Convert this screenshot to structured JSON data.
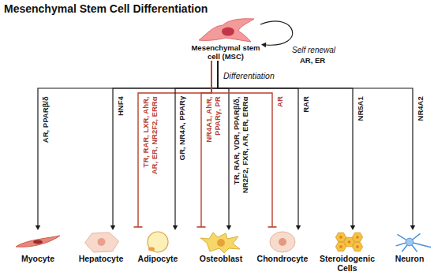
{
  "diagram": {
    "title": "Mesenchymal Stem Cell Differentiation",
    "nodes": [
      {
        "text": [
          "Mesenchymal stem cell (MSC)"
        ]
      },
      {
        "text": [
          "Myocyte"
        ]
      },
      {
        "text": [
          "Hepatocyte"
        ]
      },
      {
        "text": [
          "Adipocyte"
        ]
      },
      {
        "text": [
          "Osteoblast"
        ]
      },
      {
        "text": [
          "Chondrocyte"
        ]
      },
      {
        "text": [
          "Steroidogenic Cells"
        ]
      },
      {
        "text": [
          "Neuron"
        ]
      }
    ],
    "edges": [
      {
        "from": 0,
        "to": 0,
        "arrow": "to",
        "label": "Self renewal"
      },
      {
        "from": 0,
        "to": 1,
        "arrow": "to",
        "label": "AR, PPARβ/δ"
      },
      {
        "from": 0,
        "to": 2,
        "arrow": "to",
        "label": "HNF4"
      },
      {
        "from": 0,
        "to": 3,
        "arrow": "to",
        "label": "TR, RAR, LXR, AhR, AR, ER, NR2F2, ERRα"
      },
      {
        "from": 0,
        "to": 3,
        "arrow": "to",
        "label": "GR, NR4A, PPARγ"
      },
      {
        "from": 0,
        "to": 4,
        "arrow": "to",
        "label": "NR4A1, AhR, PPARγ, PR"
      },
      {
        "from": 0,
        "to": 4,
        "arrow": "to",
        "label": "TR, RAR, VDR, PPARβ/δ, NR2F2, FXR, AR, ER, ERRα"
      },
      {
        "from": 0,
        "to": 5,
        "arrow": "to",
        "label": "AR"
      },
      {
        "from": 0,
        "to": 5,
        "arrow": "to",
        "label": "RAR"
      },
      {
        "from": 0,
        "to": 6,
        "arrow": "to",
        "label": "NR5A1"
      },
      {
        "from": 0,
        "to": 7,
        "arrow": "to",
        "label": "NR4A2"
      }
    ],
    "labels": [
      "AR, ER",
      "Differentiation"
    ]
  }
}
